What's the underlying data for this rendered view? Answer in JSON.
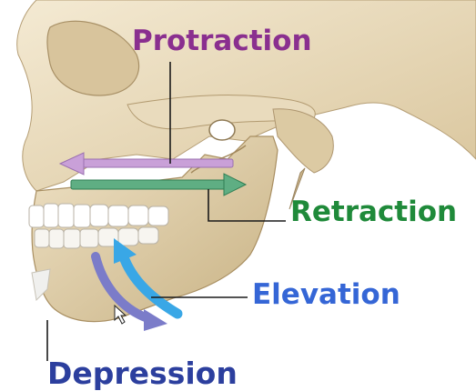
{
  "labels": {
    "protraction": "Protraction",
    "retraction": "Retraction",
    "elevation": "Elevation",
    "depression": "Depression"
  },
  "colors": {
    "protraction": "#8a2f8f",
    "retraction": "#1f8a3a",
    "elevation": "#3566d6",
    "depression": "#2c3f9e",
    "protraction_arrow": "#c9a0d8",
    "retraction_arrow": "#5fae83",
    "elevation_arrow": "#39a7e6",
    "depression_arrow": "#7b7cc9",
    "bone": "#ede0c4",
    "bone_shadow": "#c9b48c",
    "leader_line": "#1a1a1a"
  },
  "illustration": {
    "subject": "skull-lateral-view-with-mandible",
    "icons": [
      "skull-icon",
      "mandible-icon",
      "teeth-icon"
    ]
  }
}
